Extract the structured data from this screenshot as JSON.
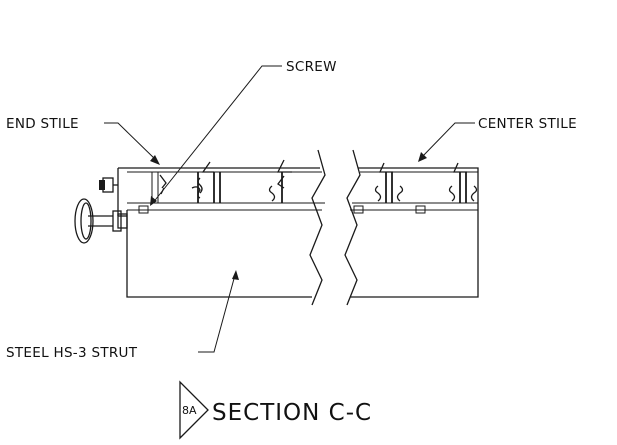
{
  "labels": {
    "screw": "SCREW",
    "end_stile": "END STILE",
    "center_stile": "CENTER STILE",
    "strut": "STEEL HS-3 STRUT"
  },
  "section": {
    "tag": "8A",
    "title": "SECTION C-C"
  }
}
